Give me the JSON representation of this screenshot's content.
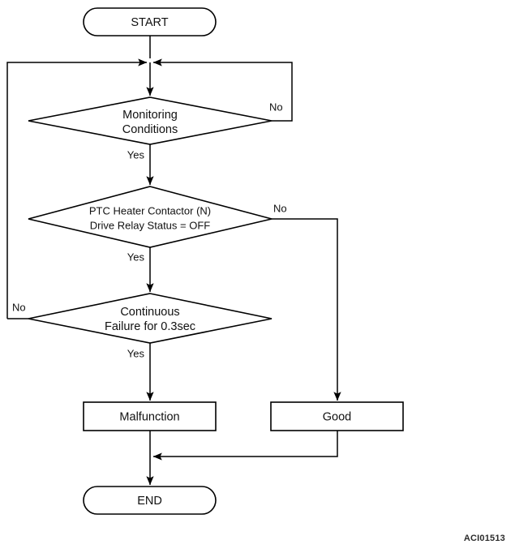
{
  "diagram": {
    "type": "flowchart",
    "figure_code": "ACI01513",
    "colors": {
      "background": "#ffffff",
      "stroke": "#000000",
      "text": "#111111",
      "code_text": "#2b2b2b"
    },
    "nodes": {
      "start": {
        "label": "START",
        "shape": "terminator"
      },
      "decision_monitoring": {
        "line1": "Monitoring",
        "line2": "Conditions",
        "shape": "decision"
      },
      "decision_relay": {
        "line1": "PTC Heater Contactor (N)",
        "line2": "Drive Relay Status = OFF",
        "shape": "decision"
      },
      "decision_continuous": {
        "line1": "Continuous",
        "line2": "Failure for 0.3sec",
        "shape": "decision"
      },
      "malfunction": {
        "label": "Malfunction",
        "shape": "process"
      },
      "good": {
        "label": "Good",
        "shape": "process"
      },
      "end": {
        "label": "END",
        "shape": "terminator"
      }
    },
    "branch_labels": {
      "monitoring_no": "No",
      "monitoring_yes": "Yes",
      "relay_no": "No",
      "relay_yes": "Yes",
      "continuous_no": "No",
      "continuous_yes": "Yes"
    }
  }
}
